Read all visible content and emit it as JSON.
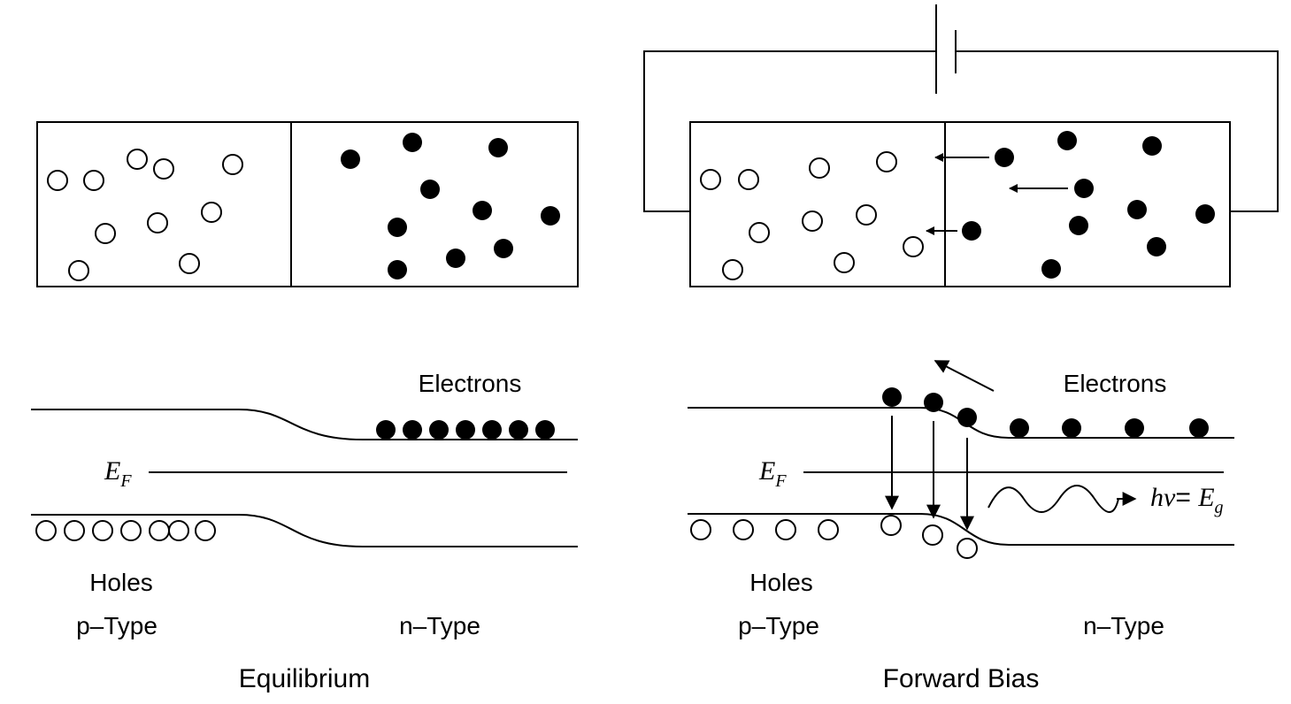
{
  "colors": {
    "ink": "#000000",
    "background": "#ffffff"
  },
  "panels": {
    "equilibrium": {
      "caption": "Equilibrium",
      "p_label": "p–Type",
      "n_label": "n–Type",
      "holes_label": "Holes",
      "electrons_label": "Electrons",
      "fermi": {
        "symbol": "E",
        "subscript": "F"
      }
    },
    "forward_bias": {
      "caption": "Forward Bias",
      "p_label": "p–Type",
      "n_label": "n–Type",
      "holes_label": "Holes",
      "electrons_label": "Electrons",
      "fermi": {
        "symbol": "E",
        "subscript": "F"
      },
      "photon": {
        "lhs": "hv",
        "eq": "= ",
        "symbol": "E",
        "subscript": "g"
      }
    }
  }
}
